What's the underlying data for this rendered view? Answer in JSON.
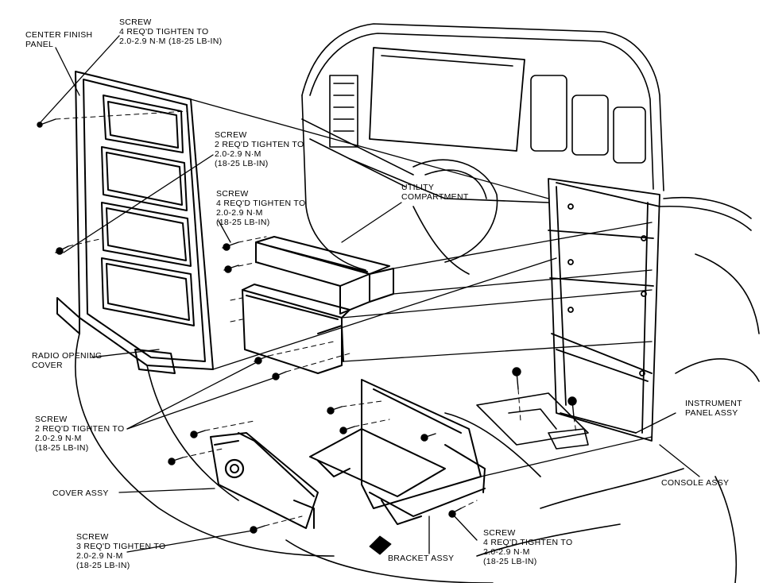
{
  "labels": {
    "center_finish_panel": [
      "CENTER FINISH",
      "PANEL"
    ],
    "screw_top": [
      "SCREW",
      "4 REQ'D TIGHTEN TO",
      "2.0-2.9 N·m (18-25 LB-IN)"
    ],
    "screw_2_upper": [
      "SCREW",
      "2 REQ'D TIGHTEN TO",
      "2.0-2.9 N·m",
      "(18-25 LB-IN)"
    ],
    "screw_4_middle": [
      "SCREW",
      "4 REQ'D TIGHTEN TO",
      "2.0-2.9 N·m",
      "(18-25 LB-IN)"
    ],
    "utility_compartment": [
      "UTILITY",
      "COMPARTMENT"
    ],
    "radio_opening_cover": [
      "RADIO OPENING",
      "COVER"
    ],
    "screw_2_lower": [
      "SCREW",
      "2 REQ'D TIGHTEN TO",
      "2.0-2.9 N·m",
      "(18-25 LB-IN)"
    ],
    "cover_assy": [
      "COVER ASSY"
    ],
    "screw_3": [
      "SCREW",
      "3 REQ'D TIGHTEN TO",
      "2.0-2.9 N·m",
      "(18-25 LB-IN)"
    ],
    "bracket_assy": [
      "BRACKET ASSY"
    ],
    "screw_4_bottom": [
      "SCREW",
      "4 REQ'D TIGHTEN TO",
      "2.0-2.9 N·m",
      "(18-25 LB-IN)"
    ],
    "instrument_panel_assy": [
      "INSTRUMENT",
      "PANEL ASSY"
    ],
    "console_assy": [
      "CONSOLE ASSY"
    ]
  },
  "colors": {
    "ink": "#000000",
    "paper": "#ffffff"
  }
}
